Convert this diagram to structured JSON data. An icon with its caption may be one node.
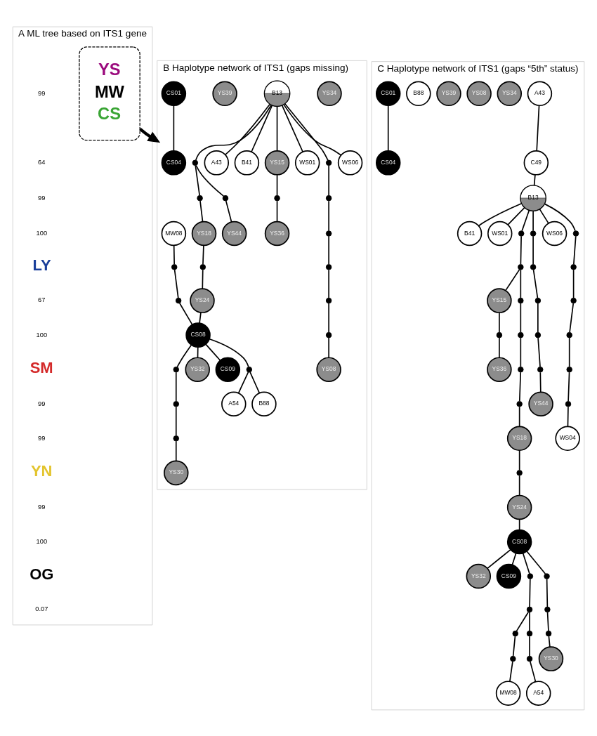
{
  "diagram": {
    "nodes": [
      {
        "text": [
          "A ML tree based on ITS1 gene"
        ]
      },
      {
        "text": [
          "YS",
          "MW",
          "CS"
        ],
        "in": 0
      },
      {
        "text": [
          "B Haplotype network of ITS1 (gaps missing)"
        ]
      },
      {
        "text": [
          "C Haplotype network of ITS1 (gaps “5th” status)"
        ]
      },
      {
        "text": [
          "A43"
        ],
        "in": 2
      },
      {
        "text": [
          "B41"
        ],
        "in": 2
      },
      {
        "text": [
          "YS15"
        ],
        "in": 2
      },
      {
        "text": [],
        "shape": "circle",
        "in": 2
      },
      {
        "text": [
          "YS36"
        ],
        "in": 2
      },
      {
        "text": [
          "YS34"
        ],
        "in": 2
      },
      {
        "text": [
          "WS01"
        ],
        "in": 2
      },
      {
        "text": [
          "B13"
        ],
        "in": 2
      },
      {
        "text": [],
        "shape": "circle",
        "in": 2
      },
      {
        "text": [],
        "shape": "circle",
        "in": 2
      },
      {
        "text": [],
        "shape": "circle",
        "in": 2
      },
      {
        "text": [],
        "shape": "circle",
        "in": 2
      },
      {
        "text": [],
        "shape": "circle",
        "in": 2
      },
      {
        "text": [],
        "shape": "circle",
        "in": 2
      },
      {
        "text": [
          "YS39"
        ],
        "in": 2
      },
      {
        "text": [
          "WS06"
        ],
        "in": 2
      },
      {
        "text": [
          "YS08"
        ],
        "in": 2
      },
      {
        "text": [],
        "shape": "circle",
        "in": 2
      },
      {
        "text": [],
        "shape": "circle",
        "in": 2
      },
      {
        "text": [],
        "shape": "circle",
        "in": 2
      },
      {
        "text": [
          "YS44"
        ],
        "in": 2
      },
      {
        "text": [
          "YS18"
        ],
        "in": 2
      },
      {
        "text": [],
        "shape": "circle",
        "in": 2
      },
      {
        "text": [
          "YS24"
        ],
        "in": 2
      },
      {
        "text": [
          "YS30"
        ],
        "in": 2
      },
      {
        "text": [
          "CS01"
        ],
        "in": 2
      },
      {
        "text": [],
        "shape": "circle",
        "in": 2
      },
      {
        "text": [
          "MW08"
        ],
        "in": 2
      },
      {
        "text": [],
        "shape": "circle",
        "in": 2
      },
      {
        "text": [],
        "shape": "circle",
        "in": 2
      },
      {
        "text": [
          "CS08"
        ],
        "in": 2
      },
      {
        "text": [],
        "shape": "circle",
        "in": 2
      },
      {
        "text": [],
        "shape": "circle",
        "in": 2
      },
      {
        "text": [
          "YS32"
        ],
        "in": 2
      },
      {
        "text": [
          "CS09"
        ],
        "in": 2
      },
      {
        "text": [
          "CS04"
        ],
        "in": 2
      },
      {
        "text": [],
        "shape": "circle",
        "in": 2
      },
      {
        "text": [
          "A54"
        ],
        "in": 2
      },
      {
        "text": [
          "B88"
        ],
        "in": 2
      },
      {
        "text": [
          "B41"
        ],
        "in": 3
      },
      {
        "text": [
          "A43"
        ],
        "in": 3
      },
      {
        "text": [
          "C49"
        ],
        "in": 3
      },
      {
        "text": [],
        "shape": "circle",
        "in": 3
      },
      {
        "text": [
          "YS15"
        ],
        "in": 3
      },
      {
        "text": [],
        "shape": "circle",
        "in": 3
      },
      {
        "text": [
          "YS36"
        ],
        "in": 3
      },
      {
        "text": [
          "YS34"
        ],
        "in": 3
      },
      {
        "text": [
          "YS08"
        ],
        "in": 3
      },
      {
        "text": [
          "WS01"
        ],
        "in": 3
      },
      {
        "text": [
          "B13"
        ],
        "in": 3
      },
      {
        "text": [],
        "shape": "circle",
        "in": 3
      },
      {
        "text": [],
        "shape": "circle",
        "in": 3
      },
      {
        "text": [],
        "shape": "circle",
        "in": 3
      },
      {
        "text": [],
        "shape": "circle",
        "in": 3
      },
      {
        "text": [],
        "shape": "circle",
        "in": 3
      },
      {
        "text": [
          "YS18"
        ],
        "in": 3
      },
      {
        "text": [
          "YS39"
        ],
        "in": 3
      },
      {
        "text": [
          "B88"
        ],
        "in": 3
      },
      {
        "text": [],
        "shape": "circle",
        "in": 3
      },
      {
        "text": [
          "WS06"
        ],
        "in": 3
      },
      {
        "text": [],
        "shape": "circle",
        "in": 3
      },
      {
        "text": [],
        "shape": "circle",
        "in": 3
      },
      {
        "text": [],
        "shape": "circle",
        "in": 3
      },
      {
        "text": [],
        "shape": "circle",
        "in": 3
      },
      {
        "text": [],
        "shape": "circle",
        "in": 3
      },
      {
        "text": [
          "YS24"
        ],
        "in": 3
      },
      {
        "text": [
          "YS30"
        ],
        "in": 3
      },
      {
        "text": [
          "CS01"
        ],
        "in": 3
      },
      {
        "text": [],
        "shape": "circle",
        "in": 3
      },
      {
        "text": [],
        "shape": "circle",
        "in": 3
      },
      {
        "text": [],
        "shape": "circle",
        "in": 3
      },
      {
        "text": [],
        "shape": "circle",
        "in": 3
      },
      {
        "text": [],
        "shape": "circle",
        "in": 3
      },
      {
        "text": [
          "CS08"
        ],
        "in": 3
      },
      {
        "text": [],
        "shape": "circle",
        "in": 3
      },
      {
        "text": [],
        "shape": "circle",
        "in": 3
      },
      {
        "text": [],
        "shape": "circle",
        "in": 3
      },
      {
        "text": [],
        "shape": "circle",
        "in": 3
      },
      {
        "text": [
          "YS44"
        ],
        "in": 3
      },
      {
        "text": [
          "YS32"
        ],
        "in": 3
      },
      {
        "text": [
          "CS09"
        ],
        "in": 3
      },
      {
        "text": [
          "CS04"
        ],
        "in": 3
      },
      {
        "text": [],
        "shape": "circle",
        "in": 3
      },
      {
        "text": [
          "WS04"
        ],
        "in": 3
      },
      {
        "text": [],
        "shape": "circle",
        "in": 3
      },
      {
        "text": [],
        "shape": "circle",
        "in": 3
      },
      {
        "text": [],
        "shape": "circle",
        "in": 3
      },
      {
        "text": [],
        "shape": "circle",
        "in": 3
      },
      {
        "text": [],
        "shape": "circle",
        "in": 3
      },
      {
        "text": [
          "MW08"
        ],
        "in": 3
      },
      {
        "text": [
          "A54"
        ],
        "in": 3
      }
    ],
    "edges": [
      {
        "from": 1,
        "to": 2,
        "arrow": "to",
        "style": "thick"
      },
      {
        "from": 11,
        "to": 4,
        "arrow": "none"
      },
      {
        "from": 11,
        "to": 5,
        "arrow": "none"
      },
      {
        "from": 11,
        "to": 6,
        "arrow": "none"
      },
      {
        "from": 11,
        "to": 10,
        "arrow": "none"
      },
      {
        "from": 11,
        "to": 19,
        "arrow": "none"
      },
      {
        "from": 6,
        "to": 7,
        "arrow": "none"
      },
      {
        "from": 7,
        "to": 8,
        "arrow": "none"
      },
      {
        "from": 11,
        "to": 12,
        "arrow": "none"
      },
      {
        "from": 12,
        "to": 13,
        "arrow": "none"
      },
      {
        "from": 13,
        "to": 14,
        "arrow": "none"
      },
      {
        "from": 14,
        "to": 15,
        "arrow": "none"
      },
      {
        "from": 15,
        "to": 16,
        "arrow": "none"
      },
      {
        "from": 16,
        "to": 17,
        "arrow": "none"
      },
      {
        "from": 17,
        "to": 20,
        "arrow": "none"
      },
      {
        "from": 11,
        "to": 22,
        "arrow": "none"
      },
      {
        "from": 22,
        "to": 21,
        "arrow": "none"
      },
      {
        "from": 22,
        "to": 23,
        "arrow": "none"
      },
      {
        "from": 23,
        "to": 24,
        "arrow": "none"
      },
      {
        "from": 21,
        "to": 25,
        "arrow": "none"
      },
      {
        "from": 25,
        "to": 26,
        "arrow": "none"
      },
      {
        "from": 26,
        "to": 27,
        "arrow": "none"
      },
      {
        "from": 27,
        "to": 34,
        "arrow": "none"
      },
      {
        "from": 31,
        "to": 32,
        "arrow": "none"
      },
      {
        "from": 32,
        "to": 33,
        "arrow": "none"
      },
      {
        "from": 33,
        "to": 34,
        "arrow": "none"
      },
      {
        "from": 34,
        "to": 35,
        "arrow": "none"
      },
      {
        "from": 35,
        "to": 36,
        "arrow": "none"
      },
      {
        "from": 36,
        "to": 30,
        "arrow": "none"
      },
      {
        "from": 30,
        "to": 28,
        "arrow": "none"
      },
      {
        "from": 34,
        "to": 37,
        "arrow": "none"
      },
      {
        "from": 34,
        "to": 38,
        "arrow": "none"
      },
      {
        "from": 34,
        "to": 40,
        "arrow": "none"
      },
      {
        "from": 40,
        "to": 41,
        "arrow": "none"
      },
      {
        "from": 40,
        "to": 42,
        "arrow": "none"
      },
      {
        "from": 29,
        "to": 39,
        "arrow": "none"
      },
      {
        "from": 44,
        "to": 45,
        "arrow": "none"
      },
      {
        "from": 45,
        "to": 53,
        "arrow": "none"
      },
      {
        "from": 53,
        "to": 43,
        "arrow": "none"
      },
      {
        "from": 53,
        "to": 52,
        "arrow": "none"
      },
      {
        "from": 53,
        "to": 63,
        "arrow": "none"
      },
      {
        "from": 53,
        "to": 54,
        "arrow": "none"
      },
      {
        "from": 54,
        "to": 46,
        "arrow": "none"
      },
      {
        "from": 46,
        "to": 47,
        "arrow": "none"
      },
      {
        "from": 47,
        "to": 48,
        "arrow": "none"
      },
      {
        "from": 48,
        "to": 49,
        "arrow": "none"
      },
      {
        "from": 46,
        "to": 55,
        "arrow": "none"
      },
      {
        "from": 55,
        "to": 56,
        "arrow": "none"
      },
      {
        "from": 56,
        "to": 57,
        "arrow": "none"
      },
      {
        "from": 57,
        "to": 58,
        "arrow": "none"
      },
      {
        "from": 58,
        "to": 59,
        "arrow": "none"
      },
      {
        "from": 59,
        "to": 66,
        "arrow": "none"
      },
      {
        "from": 66,
        "to": 69,
        "arrow": "none"
      },
      {
        "from": 69,
        "to": 77,
        "arrow": "none"
      },
      {
        "from": 53,
        "to": 64,
        "arrow": "none"
      },
      {
        "from": 64,
        "to": 67,
        "arrow": "none"
      },
      {
        "from": 67,
        "to": 72,
        "arrow": "none"
      },
      {
        "from": 72,
        "to": 74,
        "arrow": "none"
      },
      {
        "from": 74,
        "to": 76,
        "arrow": "none"
      },
      {
        "from": 76,
        "to": 81,
        "arrow": "none"
      },
      {
        "from": 81,
        "to": 87,
        "arrow": "none"
      },
      {
        "from": 53,
        "to": 62,
        "arrow": "none"
      },
      {
        "from": 62,
        "to": 65,
        "arrow": "none"
      },
      {
        "from": 65,
        "to": 68,
        "arrow": "none"
      },
      {
        "from": 68,
        "to": 73,
        "arrow": "none"
      },
      {
        "from": 73,
        "to": 75,
        "arrow": "none"
      },
      {
        "from": 75,
        "to": 82,
        "arrow": "none"
      },
      {
        "from": 77,
        "to": 78,
        "arrow": "none"
      },
      {
        "from": 78,
        "to": 79,
        "arrow": "none"
      },
      {
        "from": 79,
        "to": 80,
        "arrow": "none"
      },
      {
        "from": 80,
        "to": 70,
        "arrow": "none"
      },
      {
        "from": 77,
        "to": 83,
        "arrow": "none"
      },
      {
        "from": 77,
        "to": 84,
        "arrow": "none"
      },
      {
        "from": 77,
        "to": 86,
        "arrow": "none"
      },
      {
        "from": 86,
        "to": 90,
        "arrow": "none"
      },
      {
        "from": 90,
        "to": 89,
        "arrow": "none"
      },
      {
        "from": 89,
        "to": 88,
        "arrow": "none"
      },
      {
        "from": 88,
        "to": 93,
        "arrow": "none"
      },
      {
        "from": 90,
        "to": 91,
        "arrow": "none"
      },
      {
        "from": 91,
        "to": 92,
        "arrow": "none"
      },
      {
        "from": 92,
        "to": 94,
        "arrow": "none"
      },
      {
        "from": 71,
        "to": 85,
        "arrow": "none"
      }
    ],
    "labels": [
      "99",
      "64",
      "99",
      "100",
      "LY",
      "67",
      "100",
      "SM",
      "99",
      "99",
      "YN",
      "99",
      "100",
      "OG",
      "0.07"
    ]
  }
}
